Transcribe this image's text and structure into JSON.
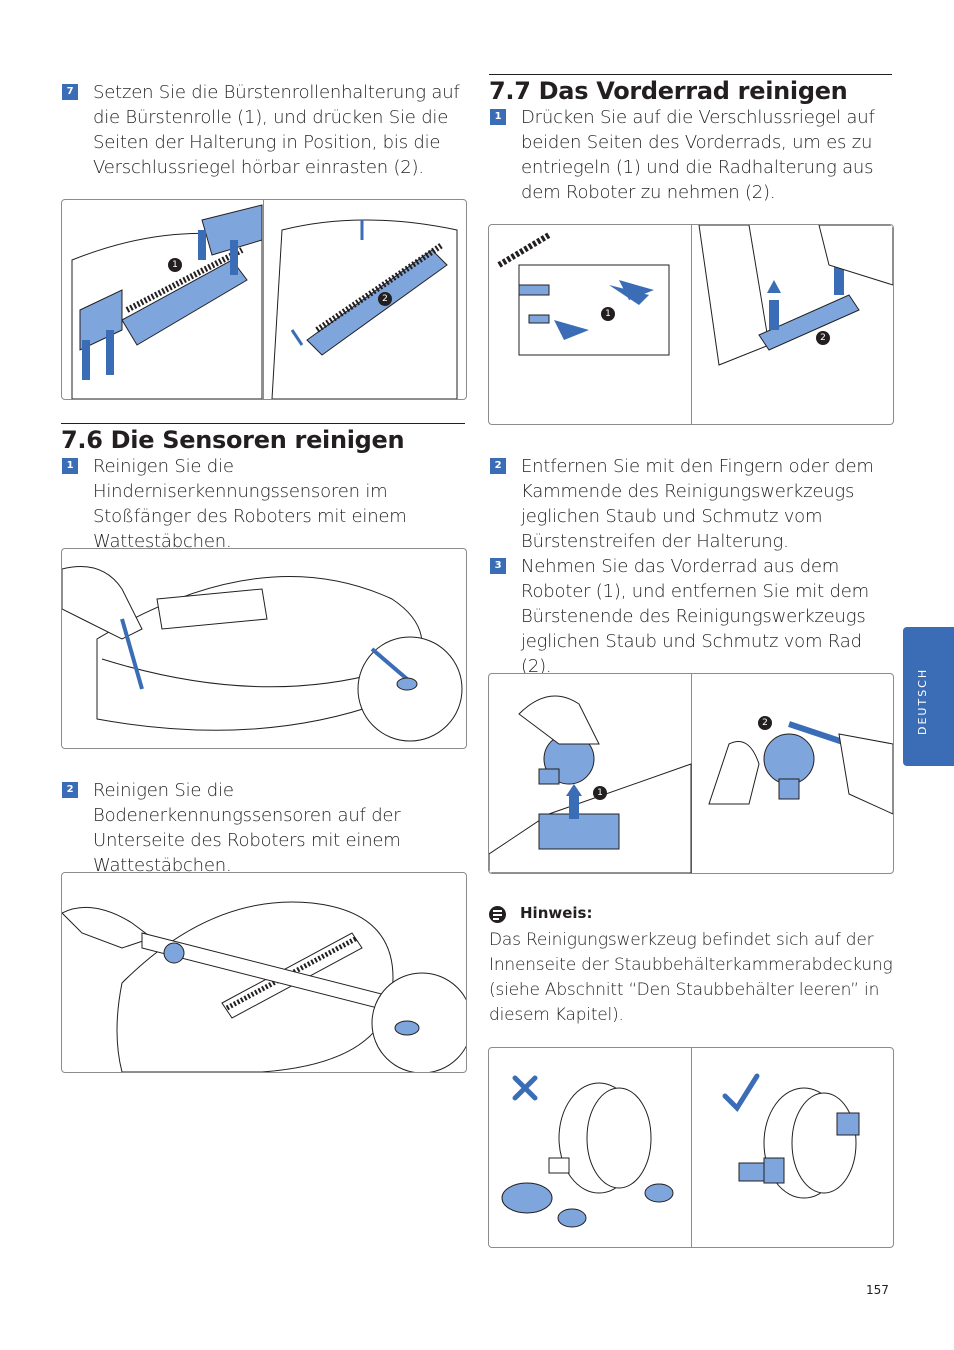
{
  "left": {
    "step7": {
      "num": "7",
      "text": "Setzen Sie die Bürstenrollenhalterung auf die Bürstenrolle (1), und drücken Sie die Seiten der Halterung in Position, bis die Verschlussriegel hörbar einrasten (2)."
    },
    "section76": {
      "title": "7.6  Die Sensoren reinigen",
      "step1": {
        "num": "1",
        "text": "Reinigen Sie die Hinderniserkennungssensoren im Stoßfänger des Roboters mit einem Wattestäbchen."
      },
      "step2": {
        "num": "2",
        "text": "Reinigen Sie die Bodenerkennungssensoren auf der Unterseite des Roboters mit einem Wattestäbchen."
      }
    }
  },
  "right": {
    "section77": {
      "title": "7.7  Das Vorderrad reinigen",
      "step1": {
        "num": "1",
        "text": "Drücken Sie auf die Verschlussriegel auf beiden Seiten des Vorderrads, um es zu entriegeln (1) und die Radhalterung aus dem Roboter zu nehmen (2)."
      },
      "step2": {
        "num": "2",
        "text": "Entfernen Sie mit den Fingern oder dem Kammende des Reinigungswerkzeugs jeglichen Staub und Schmutz vom Bürstenstreifen der Halterung."
      },
      "step3": {
        "num": "3",
        "text": "Nehmen Sie das Vorderrad aus dem Roboter (1), und entfernen Sie mit dem Bürstenende des Reinigungswerkzeugs jeglichen Staub und Schmutz vom Rad (2)."
      }
    },
    "note": {
      "title": "Hinweis:",
      "text": "Das Reinigungswerkzeug befindet sich auf der Innenseite der Staubbehälterkammerabdeckung (siehe Abschnitt “Den Staubbehälter leeren” in diesem Kapitel)."
    }
  },
  "callouts": {
    "one": "1",
    "two": "2"
  },
  "side_tab": "DEUTSCH",
  "page_number": "157",
  "colors": {
    "accent": "#3a6db5",
    "illustration_blue": "#7fa6dc",
    "line": "#231f20"
  }
}
